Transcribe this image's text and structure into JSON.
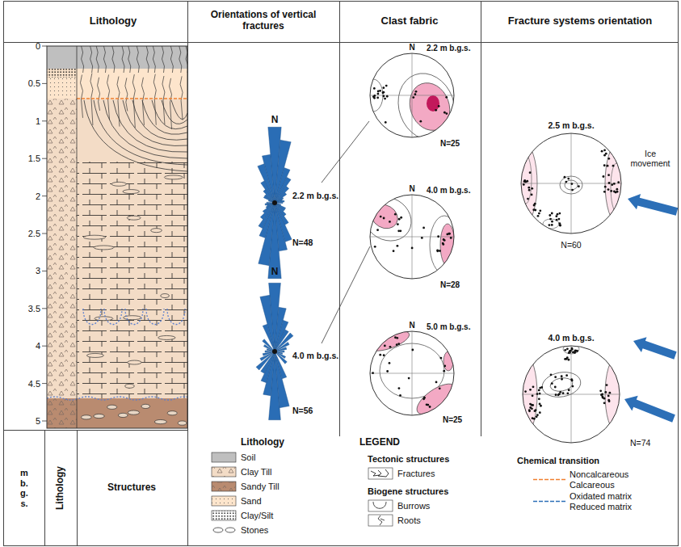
{
  "diagram": {
    "labels": [
      "Lithology",
      "Orientations of vertical fractures",
      "Clast fabric",
      "Fracture systems orientation",
      "0",
      "0.5",
      "1",
      "1.5",
      "2",
      "2.5",
      "3",
      "3.5",
      "4",
      "4.5",
      "5",
      "N",
      "2.2 m b.g.s.",
      "N=48",
      "N",
      "4.0 m b.g.s.",
      "N=56",
      "N",
      "2.2 m b.g.s.",
      "N=25",
      "N",
      "4.0 m b.g.s.",
      "N=28",
      "N",
      "5.0 m b.g.s.",
      "N=25",
      "2.5 m b.g.s.",
      "Ice movement",
      "N=60",
      "4.0 m b.g.s.",
      "N=74",
      "m b. g. s.",
      "Lithology",
      "Structures",
      "Lithology",
      "LEGEND",
      "Tectonic structures",
      "Biogene structures",
      "Chemical transition"
    ],
    "legend": [
      {
        "text": "Soil",
        "color": "#bfbfbf"
      },
      {
        "text": "Clay Till",
        "color": "#f3dcc6"
      },
      {
        "text": "Sandy Till",
        "color": "#b98b70"
      },
      {
        "text": "Sand"
      },
      {
        "text": "Clay/Silt"
      },
      {
        "text": "Stones"
      },
      {
        "text": "Fractures"
      },
      {
        "text": "Burrows"
      },
      {
        "text": "Roots"
      },
      {
        "text": "Noncalcareous"
      },
      {
        "text": "Calcareous"
      },
      {
        "text": "Oxidated matrix"
      },
      {
        "text": "Reduced matrix"
      }
    ]
  }
}
